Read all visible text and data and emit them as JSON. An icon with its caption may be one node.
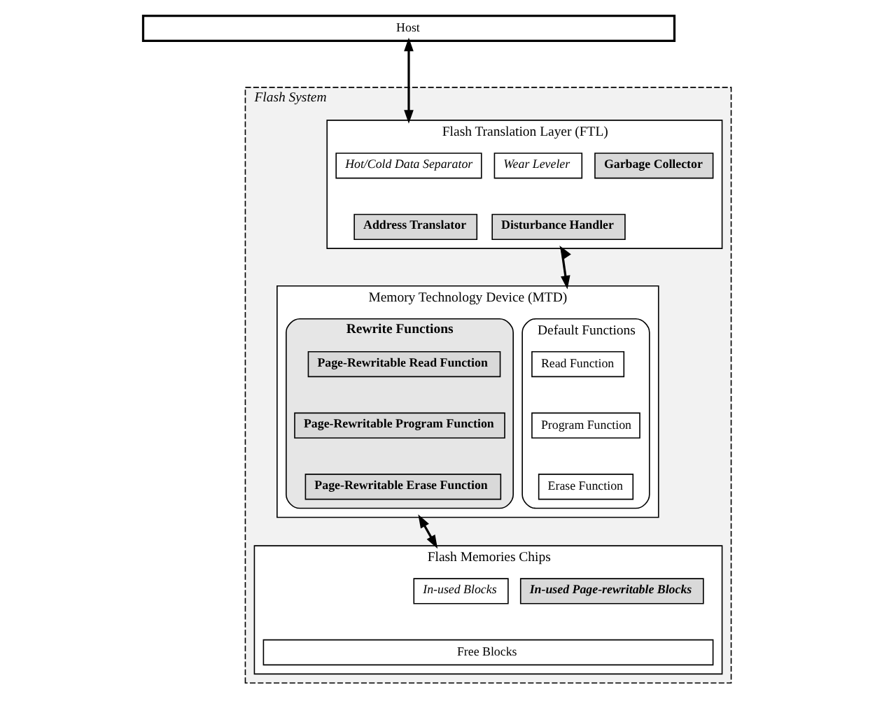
{
  "diagram": {
    "nodes": [
      {
        "text": [
          "Host"
        ]
      },
      {
        "text": [
          "Flash System"
        ]
      },
      {
        "text": [
          "Flash Translation Layer (FTL)"
        ],
        "in": 1
      },
      {
        "text": [
          "Hot/Cold Data Separator"
        ],
        "in": 2
      },
      {
        "text": [
          "Wear Leveler"
        ],
        "in": 2
      },
      {
        "text": [
          "Garbage Collector"
        ],
        "in": 2
      },
      {
        "text": [
          "Address Translator"
        ],
        "in": 2
      },
      {
        "text": [
          "Disturbance Handler"
        ],
        "in": 2
      },
      {
        "text": [
          "Memory Technology Device (MTD)"
        ],
        "in": 1
      },
      {
        "text": [
          "Default Functions"
        ],
        "in": 8
      },
      {
        "text": [
          "Read Function"
        ],
        "in": 9
      },
      {
        "text": [
          "Program Function"
        ],
        "in": 9
      },
      {
        "text": [
          "Erase Function"
        ],
        "in": 9
      },
      {
        "text": [
          "Rewrite Functions"
        ],
        "in": 8
      },
      {
        "text": [
          "Page-Rewritable Read Function"
        ],
        "in": 13
      },
      {
        "text": [
          "Page-Rewritable Program Function"
        ],
        "in": 13
      },
      {
        "text": [
          "Page-Rewritable Erase Function"
        ],
        "in": 13
      },
      {
        "text": [
          "Flash Memories Chips"
        ],
        "in": 1
      },
      {
        "text": [
          "In-used Blocks"
        ],
        "in": 17
      },
      {
        "text": [
          "In-used Page-rewritable Blocks"
        ],
        "in": 17
      },
      {
        "text": [
          "Free Blocks"
        ],
        "in": 17
      }
    ],
    "edges": [
      {
        "from": 0,
        "to": 2,
        "arrow": "both"
      },
      {
        "from": 2,
        "to": 8,
        "arrow": "both"
      },
      {
        "from": 8,
        "to": 17,
        "arrow": "both"
      }
    ]
  }
}
